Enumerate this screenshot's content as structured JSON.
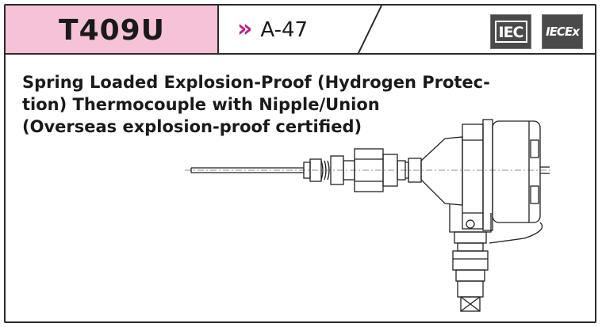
{
  "header": {
    "model": "T409U",
    "ref_icon": "double-chevron-right-icon",
    "ref_glyph": "»",
    "ref_text": "A-47",
    "model_bg": "#f5c2d8",
    "accent": "#c21f86"
  },
  "certifications": [
    {
      "label": "IEC"
    },
    {
      "label": "IECEx"
    }
  ],
  "title": {
    "line1": "Spring Loaded Explosion-Proof (Hydrogen Protec-",
    "line2": "tion) Thermocouple with Nipple/Union",
    "line3": "(Overseas explosion-proof certified)"
  }
}
